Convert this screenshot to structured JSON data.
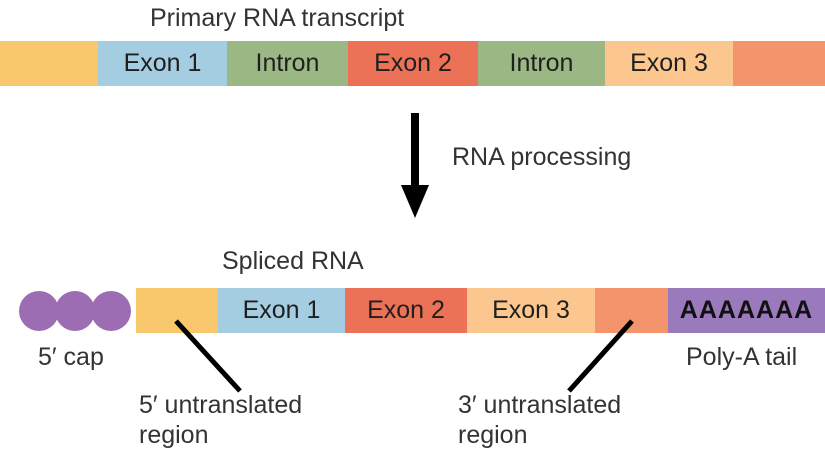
{
  "header": {
    "title": "Primary RNA transcript"
  },
  "process": {
    "label": "RNA processing"
  },
  "spliced": {
    "title": "Spliced RNA"
  },
  "primary_bar": {
    "labels": [
      "",
      "Exon 1",
      "Intron",
      "Exon 2",
      "Intron",
      "Exon 3",
      ""
    ]
  },
  "spliced_bar": {
    "labels": [
      "",
      "Exon 1",
      "Exon 2",
      "Exon 3",
      "",
      "AAAAAAA"
    ]
  },
  "annotations": {
    "cap": "5′ cap",
    "polya": "Poly-A tail",
    "utr5": "5′ untranslated region",
    "utr3": "3′ untranslated region"
  },
  "colors": {
    "untranslated_yellow": "#F9C86D",
    "exon1_blue": "#A5CDE2",
    "intron_green": "#9BB884",
    "exon2_red": "#EC7257",
    "exon3_peach": "#FBC78F",
    "untranslated_orange": "#F4946C",
    "cap_purple": "#9C6DB2",
    "polya_purple": "#9B79BD",
    "line_black": "#000000"
  }
}
